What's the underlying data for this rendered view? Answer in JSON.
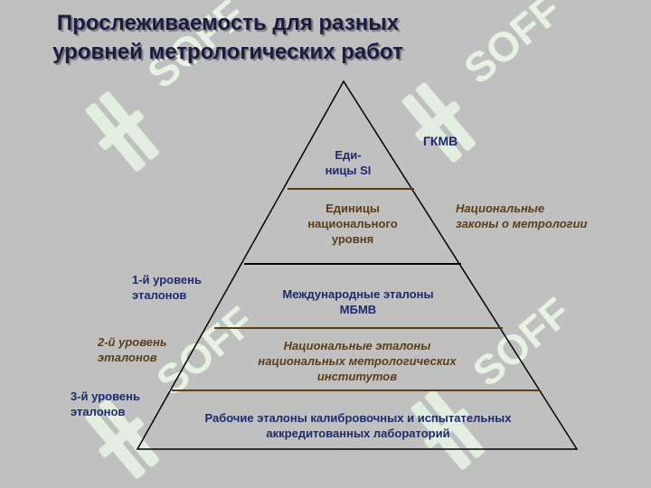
{
  "title": "Прослеживаемость для разных уровней метрологических работ",
  "watermark": "SOFF",
  "colors": {
    "background": "#c0c0c0",
    "title": "#1a1a44",
    "navy_text": "#1e2a6e",
    "brown_text": "#5a3d18",
    "divider": "#5a3d18",
    "watermark": "#e6f3e2"
  },
  "pyramid": {
    "tiers": [
      {
        "lines": [
          "Еди-",
          "ницы SI"
        ]
      },
      {
        "lines": [
          "Единицы",
          "национального",
          "уровня"
        ]
      },
      {
        "lines": [
          "Международные эталоны",
          "МБМВ"
        ]
      },
      {
        "lines": [
          "Национальные эталоны",
          "национальных метрологических",
          "институтов"
        ]
      },
      {
        "lines": [
          "Рабочие эталоны калибровочных и испытательных",
          "аккредитованных лабораторий"
        ]
      }
    ]
  },
  "side_labels": {
    "gkmv": "ГКМВ",
    "national_laws": [
      "Национальные",
      "законы о метрологии"
    ],
    "level1": [
      "1-й уровень",
      "эталонов"
    ],
    "level2": [
      "2-й уровень",
      "эталонов"
    ],
    "level3": [
      "3-й уровень",
      "эталонов"
    ]
  }
}
